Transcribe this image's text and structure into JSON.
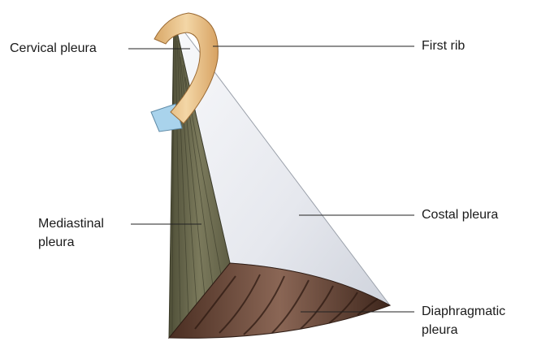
{
  "labels": {
    "cervical_pleura": "Cervical pleura",
    "first_rib": "First rib",
    "mediastinal_pleura_line1": "Mediastinal",
    "mediastinal_pleura_line2": "pleura",
    "costal_pleura": "Costal pleura",
    "diaphragmatic_pleura_line1": "Diaphragmatic",
    "diaphragmatic_pleura_line2": "pleura"
  },
  "colors": {
    "mediastinal": "#6b6a4e",
    "costal": "#eceef2",
    "diaphragmatic": "#5a3b2e",
    "rib": "#e9c48e",
    "cartilage": "#a9d3ec",
    "leader": "#222222"
  }
}
